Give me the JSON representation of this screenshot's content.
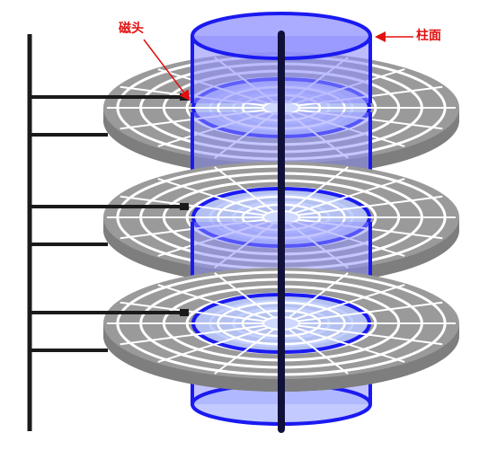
{
  "labels": {
    "head": "磁头",
    "cylinder": "柱面"
  },
  "platter_count": 3,
  "track_count": 6,
  "sector_count": 16,
  "colors": {
    "platter": "#9a9a9a",
    "platter_gap": "#ffffff",
    "cylinder_fill": "#8f8fff",
    "cylinder_stroke": "#1a1af0",
    "spindle": "#10103a",
    "arm": "#1a1a1a",
    "annotation": "#e01010",
    "track_highlight": "#b8c8ff"
  }
}
